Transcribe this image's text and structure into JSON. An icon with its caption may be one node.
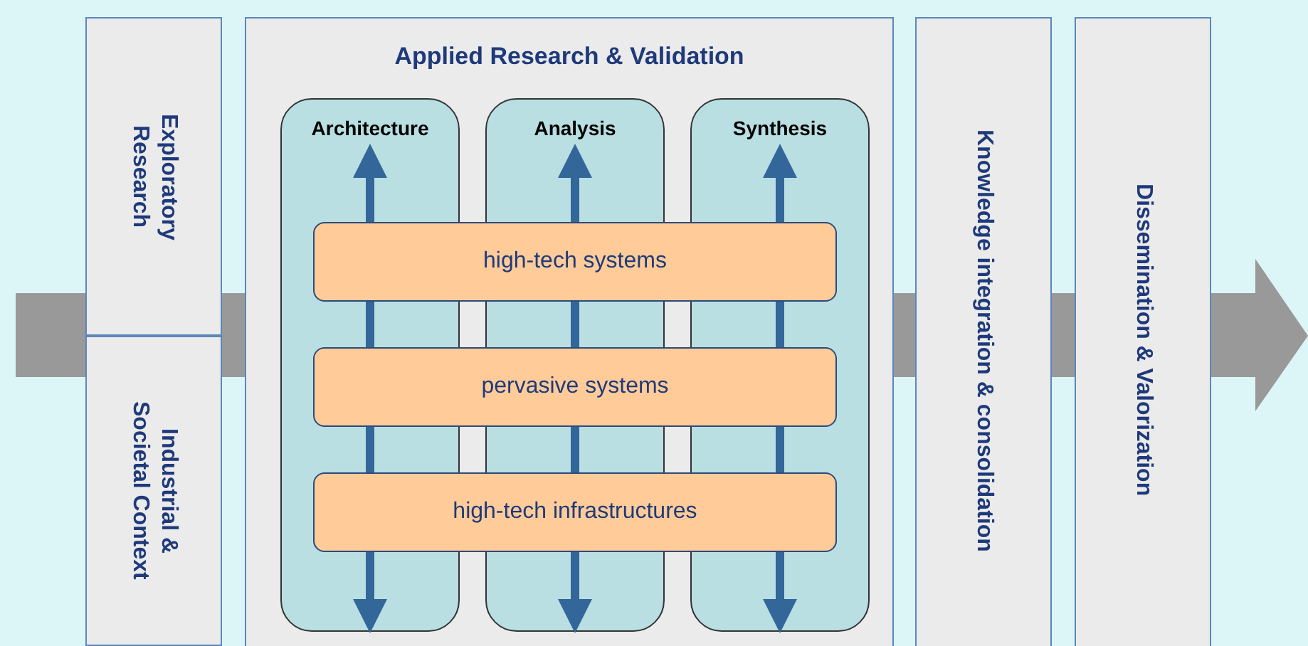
{
  "diagram": {
    "nodes": [
      {
        "text": [
          "Exploratory Research"
        ]
      },
      {
        "text": [
          "Industrial & Societal Context"
        ]
      },
      {
        "text": [
          "Applied Research & Validation"
        ]
      },
      {
        "text": [
          "Architecture"
        ],
        "in": 2
      },
      {
        "text": [
          "Analysis"
        ],
        "in": 2
      },
      {
        "text": [
          "Synthesis"
        ],
        "in": 2
      },
      {
        "text": [
          "high-tech systems"
        ],
        "in": 2
      },
      {
        "text": [
          "pervasive systems"
        ],
        "in": 2
      },
      {
        "text": [
          "high-tech infrastructures"
        ],
        "in": 2
      },
      {
        "text": [
          "Knowledge integration & consolidation"
        ]
      },
      {
        "text": [
          "Dissemination & Valorization"
        ]
      }
    ]
  }
}
